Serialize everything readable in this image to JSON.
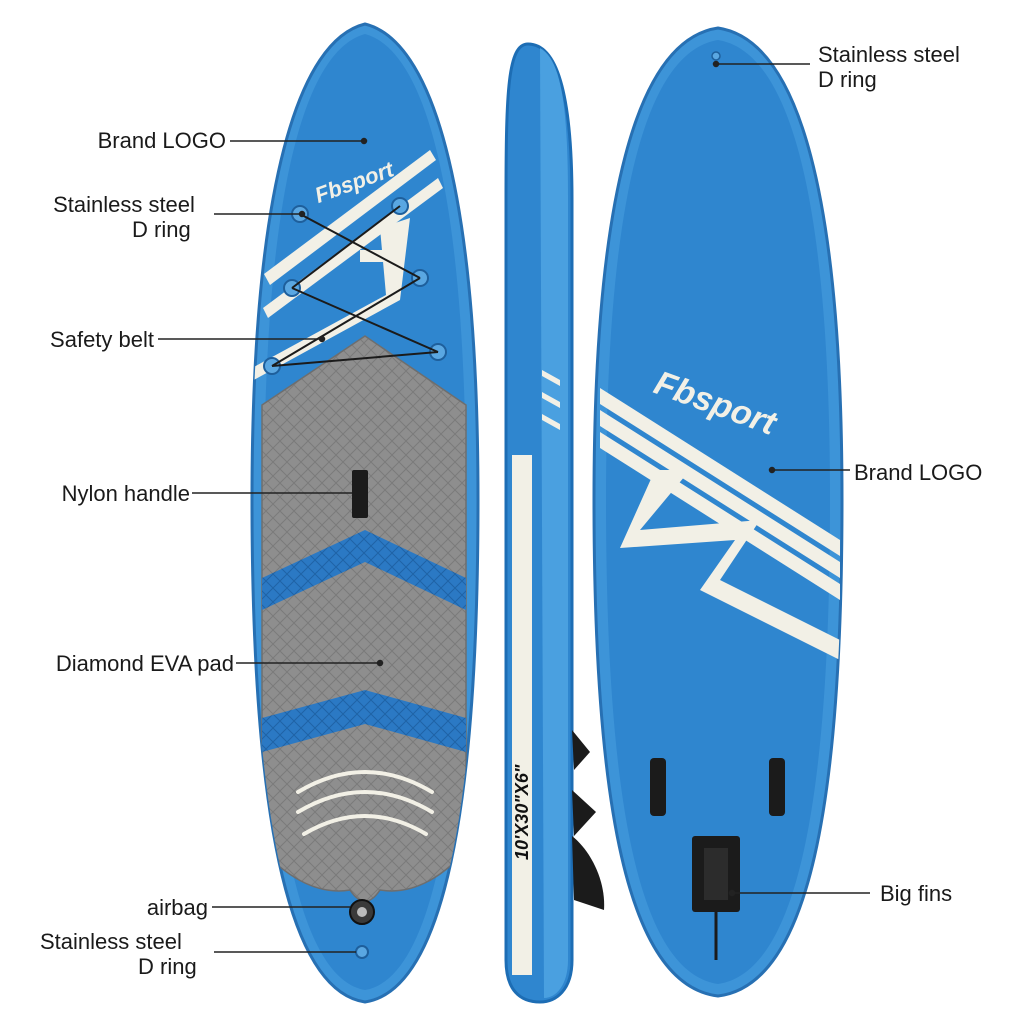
{
  "colors": {
    "board_blue": "#2f86cf",
    "board_blue_dark": "#1d6db4",
    "rail_blue": "#4aa0e0",
    "pad_gray": "#8d8d8d",
    "pad_gray_light": "#a3a3a3",
    "stripe_white": "#f2f0e6",
    "fin_black": "#1b1b1b",
    "leader_line": "#222222"
  },
  "board": {
    "logo_text": "Fbsport",
    "size_text": "10'X30\"X6\""
  },
  "callouts": {
    "brand_logo_left": "Brand LOGO",
    "d_ring_top_left": [
      "Stainless steel",
      "D ring"
    ],
    "safety_belt": "Safety belt",
    "nylon_handle": "Nylon handle",
    "diamond_eva_pad": "Diamond EVA pad",
    "airbag": "airbag",
    "d_ring_bottom_left": [
      "Stainless steel",
      "D ring"
    ],
    "d_ring_top_right": [
      "Stainless steel",
      "D ring"
    ],
    "brand_logo_right": "Brand LOGO",
    "big_fins": "Big fins"
  }
}
